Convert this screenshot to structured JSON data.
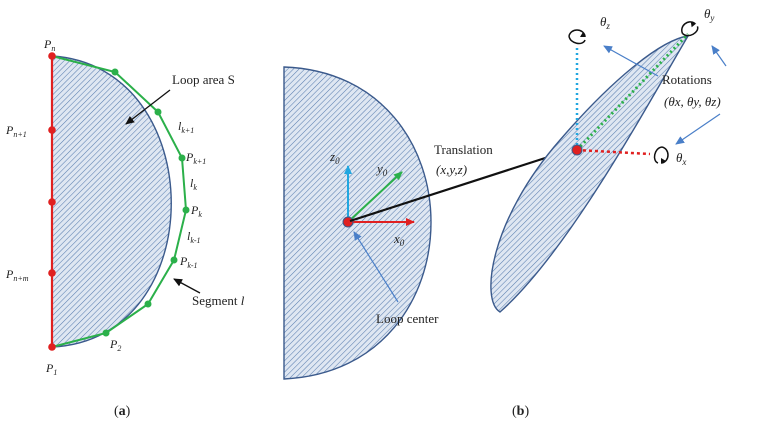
{
  "panel_a": {
    "caption_open": "(",
    "caption_letter": "a",
    "caption_close": ")",
    "labels": {
      "pn": "P",
      "pn_sub": "n",
      "pn1": "P",
      "pn1_sub": "n+1",
      "pnm": "P",
      "pnm_sub": "n+m",
      "p1": "P",
      "p1_sub": "1",
      "p2": "P",
      "p2_sub": "2",
      "lk1": "l",
      "lk1_sub": "k+1",
      "pk1": "P",
      "pk1_sub": "k+1",
      "lk": "l",
      "lk_sub": "k",
      "pk": "P",
      "pk_sub": "k",
      "lkm1": "l",
      "lkm1_sub": "k-1",
      "pkm1": "P",
      "pkm1_sub": "k-1",
      "loop_area": "Loop area S",
      "segment": "Segment ",
      "segment_l": "l"
    }
  },
  "panel_b": {
    "caption_open": "(",
    "caption_letter": "b",
    "caption_close": ")",
    "labels": {
      "z0": "z",
      "z0_sub": "0",
      "y0": "y",
      "y0_sub": "0",
      "x0": "x",
      "x0_sub": "0",
      "translation": "Translation",
      "translation_xyz": "(x,y,z)",
      "loop_center": "Loop center",
      "theta_z": "θ",
      "theta_z_sub": "z",
      "theta_y": "θ",
      "theta_y_sub": "y",
      "theta_x": "θ",
      "theta_x_sub": "x",
      "rotations": "Rotations",
      "rotations_tuple": "(θx, θy, θz)"
    }
  },
  "colors": {
    "outline": "#3b5a8c",
    "hatch": "#5a7fb0",
    "red": "#e02020",
    "green": "#2bb04a",
    "cyan": "#21a7e0",
    "arrow_blue": "#4a7fc8"
  }
}
